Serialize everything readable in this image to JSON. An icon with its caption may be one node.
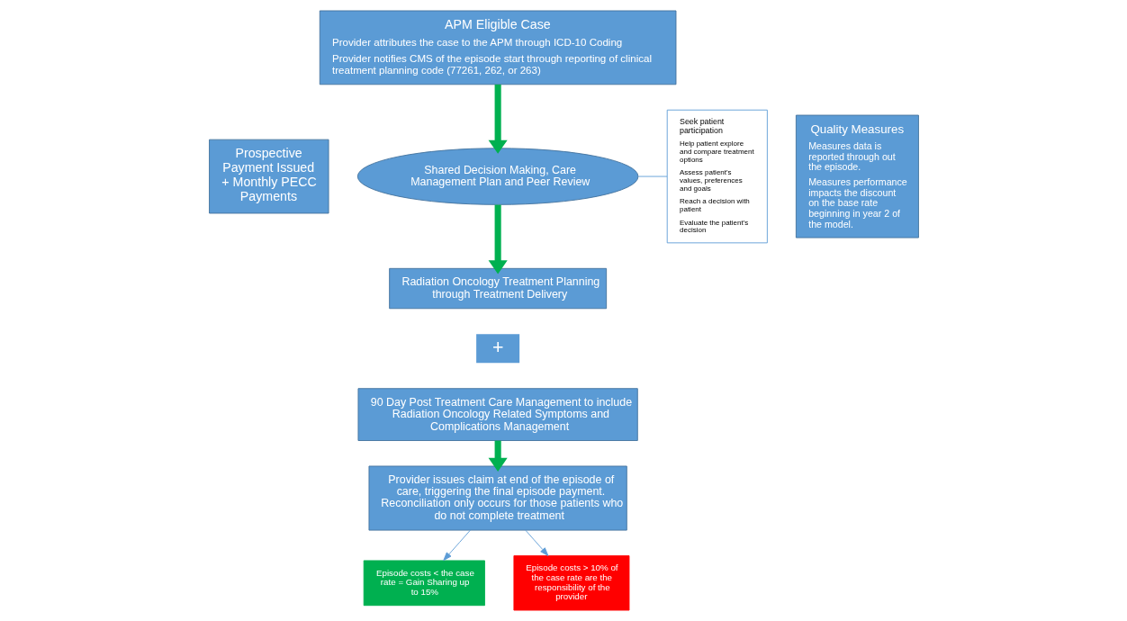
{
  "diagram": {
    "nodes": [
      {
        "text": [
          "Prospective Payment Issued + Monthly PECC Payments"
        ]
      },
      {
        "text": [
          "APM Eligible Case",
          "Provider attributes the case to the APM through ICD-10 Coding",
          "Provider notifies CMS of the episode start through reporting of clinical treatment planning code (77261, 262, or 263)"
        ]
      },
      {
        "text": [
          "Shared Decision Making, Care Management Plan and Peer Review"
        ]
      },
      {
        "text": [
          "Seek patient participation",
          "Help patient explore and compare treatment options",
          "Assess patient's values, preferences and goals",
          "Reach a decision with patient",
          "Evaluate the patient's decision"
        ]
      },
      {
        "text": [
          "Radiation Oncology Treatment Planning through Treatment Delivery"
        ]
      },
      {
        "text": [
          "90 Day Post Treatment Care Management to include Radiation Oncology Related Symptoms and Complications Management"
        ]
      },
      {
        "text": [
          "Quality Measures",
          "Measures data is reported through out the episode.",
          "Measures performance impacts the discount on the base rate beginning in year 2 of the model."
        ]
      },
      {
        "text": [
          "Provider issues claim at end of the episode of care, triggering the final episode payment. Reconciliation only occurs for those patients who do not complete treatment"
        ]
      },
      {
        "text": [
          "Episode costs < the case rate = Gain Sharing up to 15%"
        ]
      },
      {
        "text": [
          "Episode costs > 10% of the case rate are the responsibility of the provider"
        ]
      }
    ],
    "edges": [
      {
        "from": 1,
        "to": 2,
        "arrow": "to",
        "style": "thick",
        "color": "#00b050"
      },
      {
        "from": 2,
        "to": 4,
        "arrow": "to",
        "style": "thick",
        "color": "#00b050"
      },
      {
        "from": 2,
        "to": 3,
        "arrow": "none",
        "color": "#5b9bd5"
      },
      {
        "from": 5,
        "to": 7,
        "arrow": "to",
        "style": "thick",
        "color": "#00b050"
      },
      {
        "from": 7,
        "to": 8,
        "arrow": "to",
        "color": "#5b9bd5"
      },
      {
        "from": 7,
        "to": 9,
        "arrow": "to",
        "color": "#5b9bd5"
      }
    ],
    "labels": [
      "+"
    ]
  }
}
